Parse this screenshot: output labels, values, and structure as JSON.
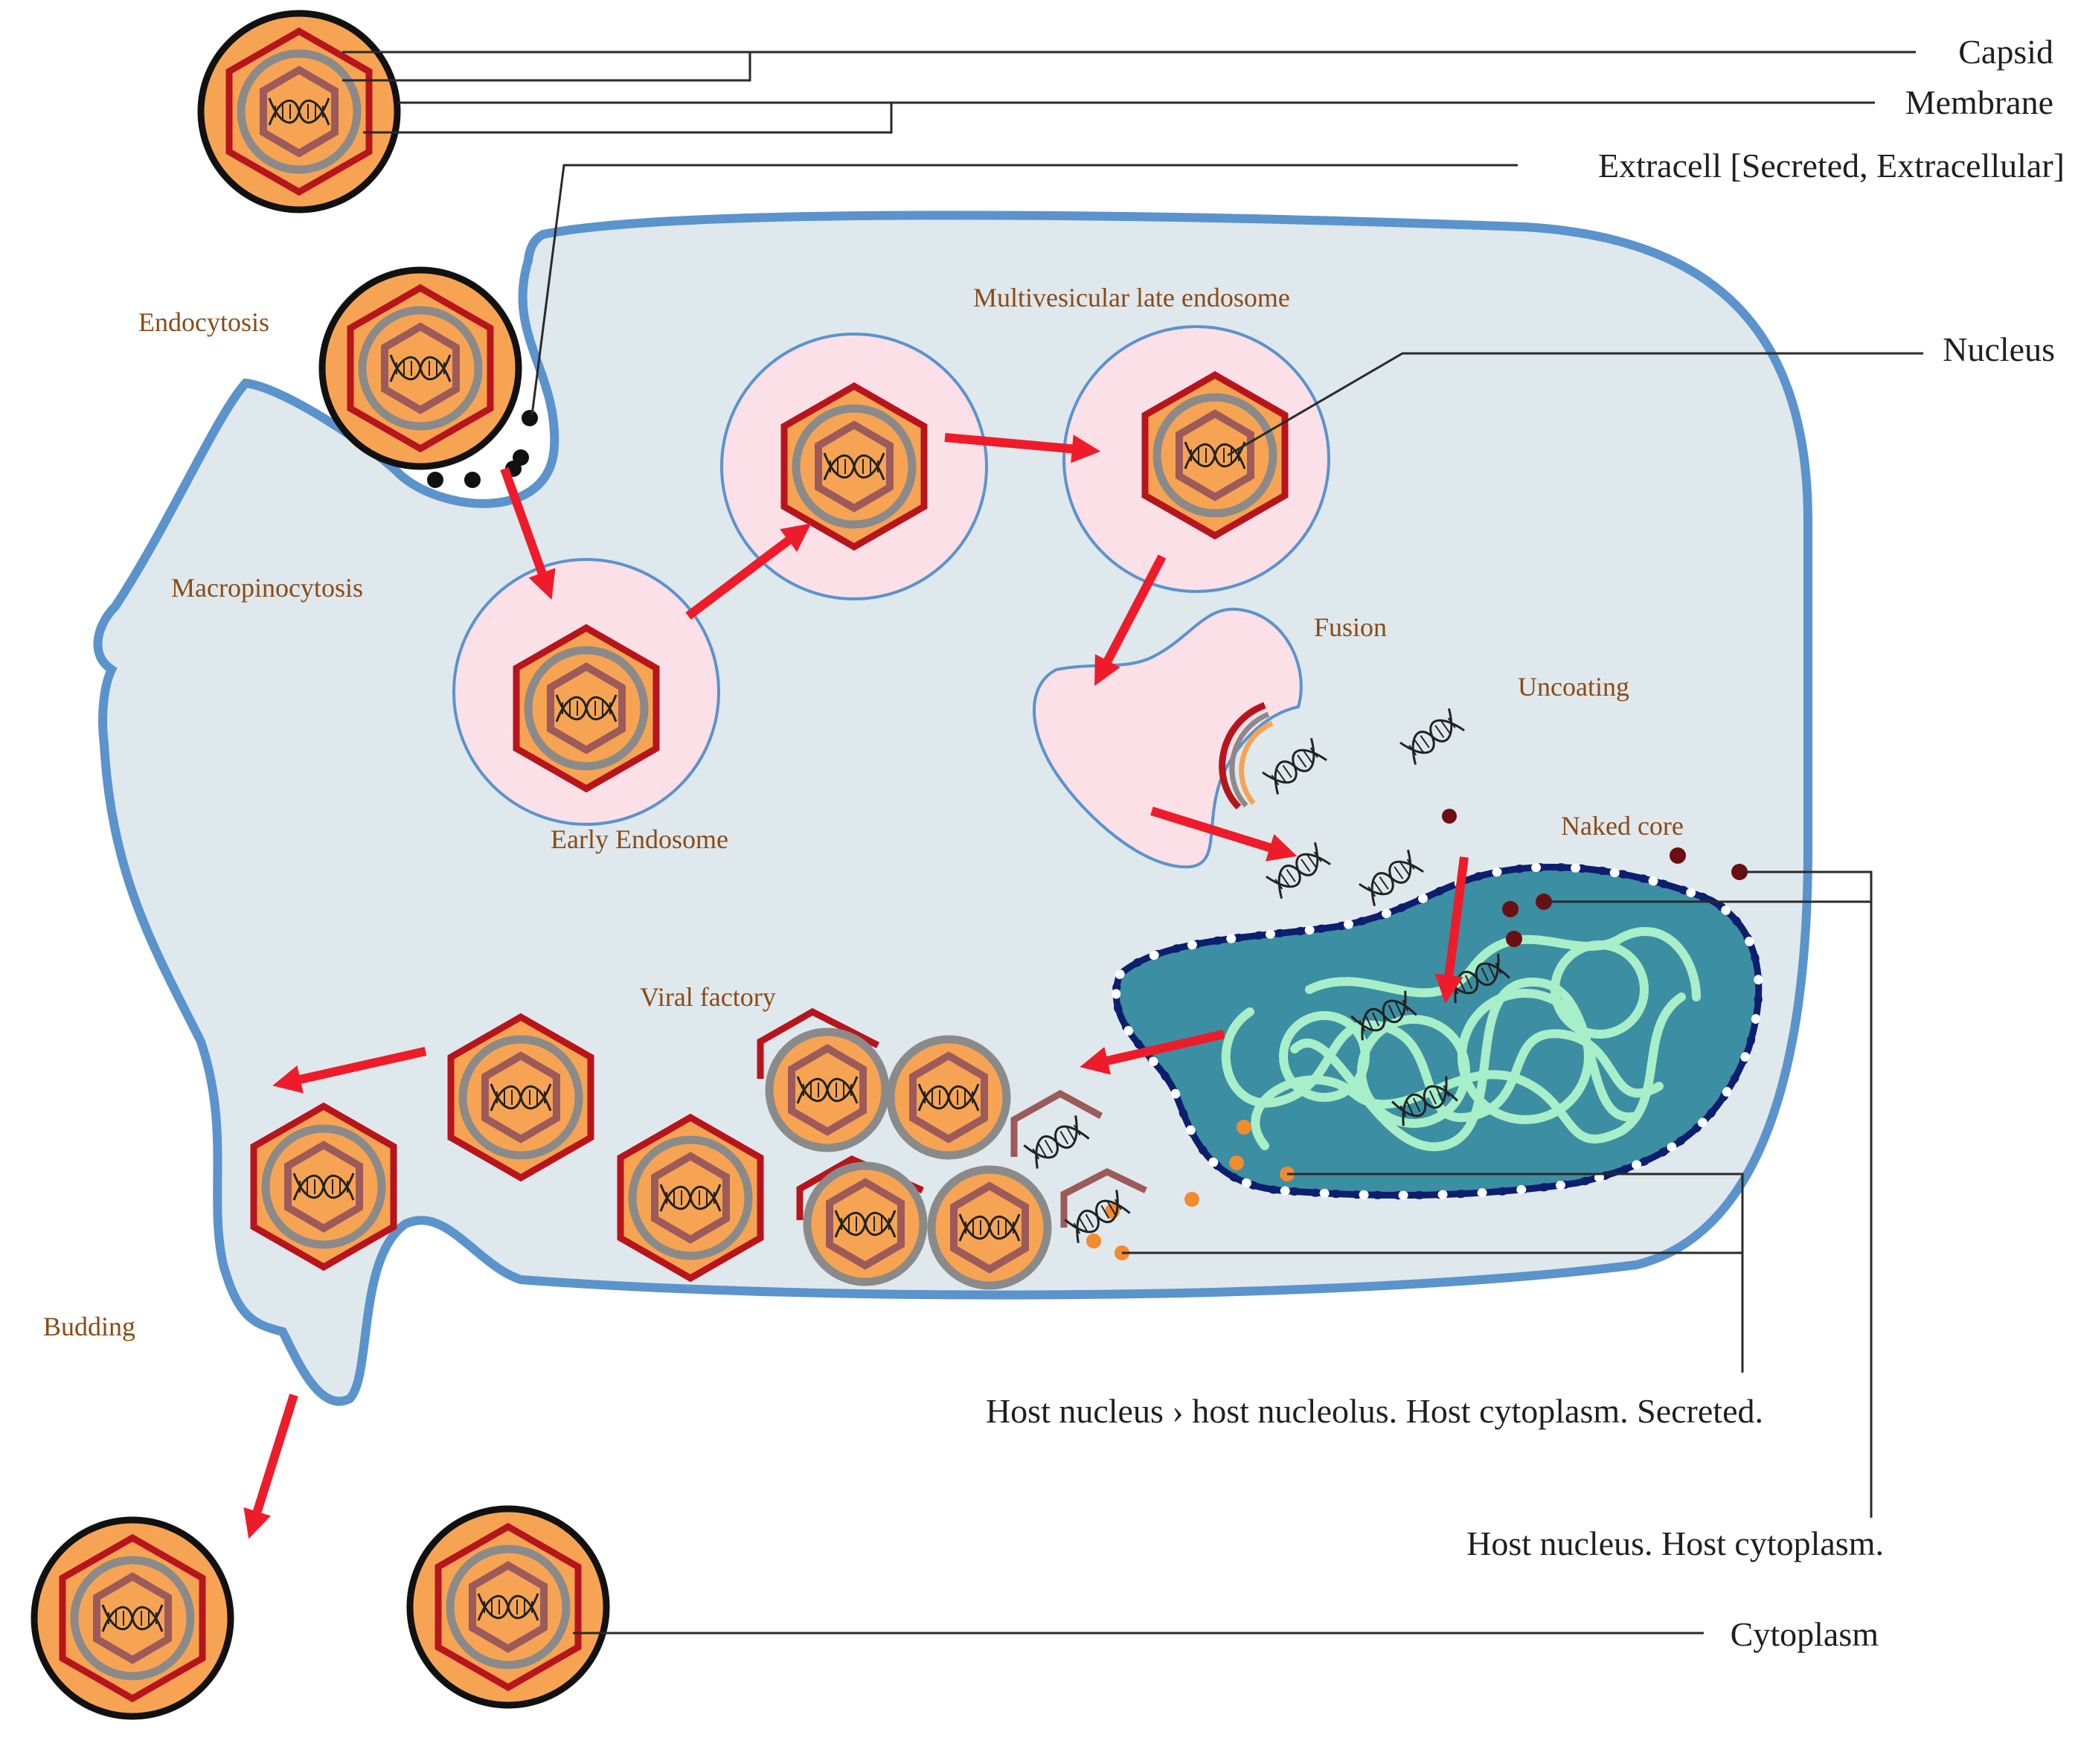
{
  "colors": {
    "cell_fill": "#dfe8ec",
    "cell_stroke": "#5b93cc",
    "endosome_fill": "#fbe0e8",
    "endosome_stroke": "#5b93cc",
    "capsid_stroke": "#b8141c",
    "membrane_ring": "#8a8a8a",
    "core_fill": "#f6a454",
    "inner_hex": "#9c5a5a",
    "nucleus_fill": "#3c8ea2",
    "nucleus_stroke": "#0d1e6e",
    "chromatin": "#a8eec8",
    "arrow": "#ee1c2a",
    "naked_core_dot": "#6c0e12",
    "orange_dot": "#f28a2e"
  },
  "labels": {
    "endocytosis": "Endocytosis",
    "macropinocytosis": "Macropinocytosis",
    "early_endosome": "Early Endosome",
    "multivesicular_late_endosome": "Multivesicular late endosome",
    "fusion": "Fusion",
    "uncoating": "Uncoating",
    "naked_core": "Naked core",
    "viral_factory": "Viral factory",
    "budding": "Budding"
  },
  "callouts": {
    "capsid": "Capsid",
    "membrane": "Membrane",
    "extracell": "Extracell [Secreted, Extracellular]",
    "nucleus": "Nucleus",
    "host_nucleolus": "Host nucleus › host nucleolus. Host cytoplasm. Secreted.",
    "host_nucleus_cytoplasm": "Host nucleus. Host cytoplasm.",
    "cytoplasm": "Cytoplasm"
  }
}
